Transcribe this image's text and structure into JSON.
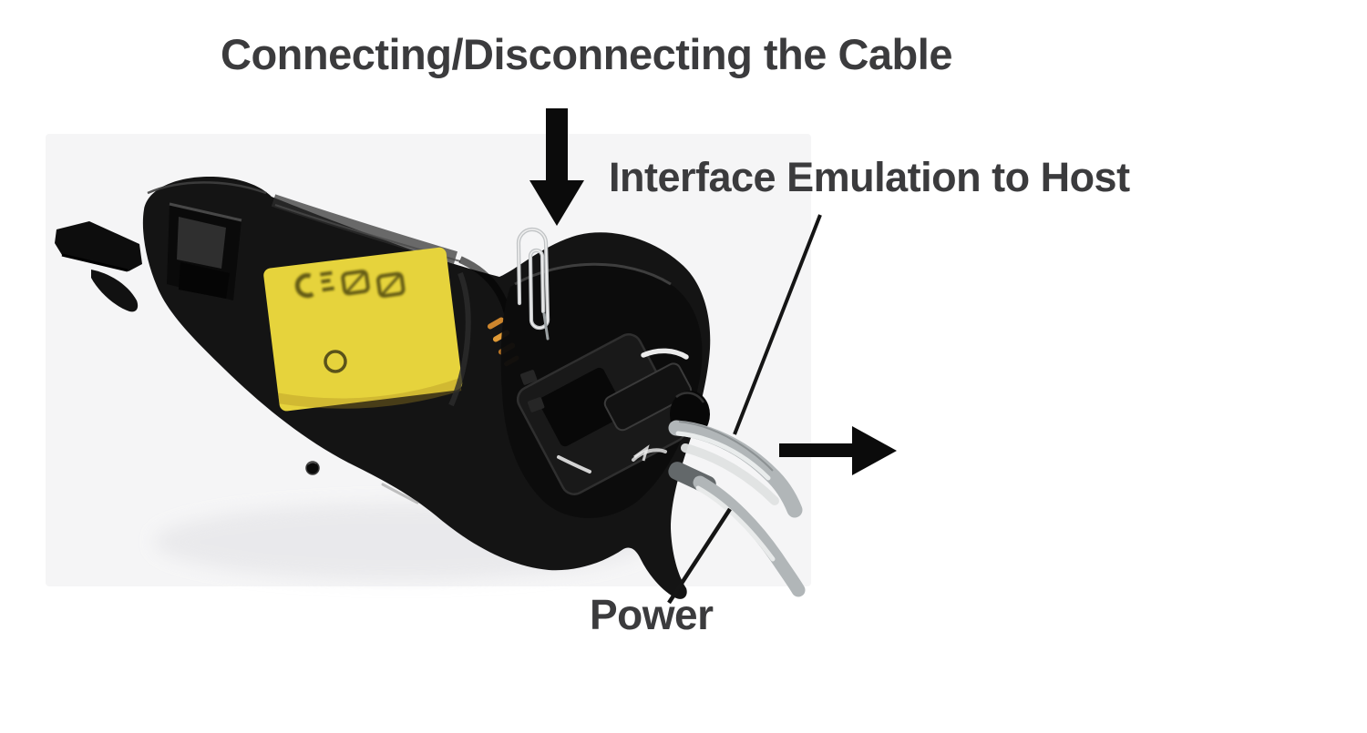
{
  "page": {
    "background_color": "#ffffff"
  },
  "title": {
    "text": "Connecting/Disconnecting the Cable"
  },
  "callouts": {
    "interface": {
      "label": "Interface Emulation to Host"
    },
    "power": {
      "label": "Power"
    }
  },
  "figure": {
    "colors": {
      "text": "#3b3b3d",
      "arrow_black": "#0b0b0b",
      "leader_line": "#151515",
      "device_black": "#141414",
      "label_yellow": "#e6d33c",
      "cable_gray": "#b1b6b8",
      "clip_gray": "#c0c3c5",
      "contact_orange": "#cc852d",
      "photo_background": "#f5f5f6"
    }
  }
}
